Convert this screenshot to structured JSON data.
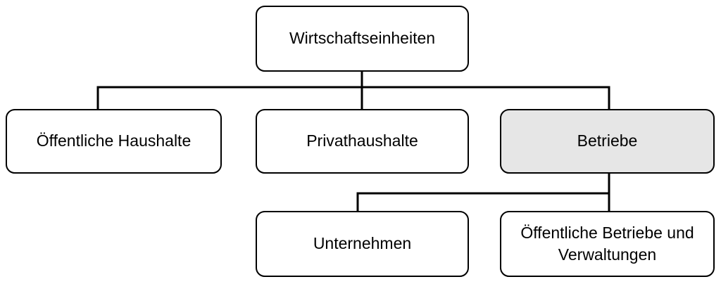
{
  "diagram": {
    "nodes": [
      {
        "id": "wirtschaftseinheiten",
        "label": "Wirtschaftseinheiten",
        "highlighted": false
      },
      {
        "id": "oeffentliche-haushalte",
        "label": "Öffentliche Haushalte",
        "highlighted": false
      },
      {
        "id": "privathaushalte",
        "label": "Privathaushalte",
        "highlighted": false
      },
      {
        "id": "betriebe",
        "label": "Betriebe",
        "highlighted": true
      },
      {
        "id": "unternehmen",
        "label": "Unternehmen",
        "highlighted": false
      },
      {
        "id": "oeffentliche-betriebe-und-verwaltungen",
        "label": "Öffentliche Betriebe und Verwaltungen",
        "highlighted": false
      }
    ],
    "edges": [
      {
        "from": "wirtschaftseinheiten",
        "to": "oeffentliche-haushalte"
      },
      {
        "from": "wirtschaftseinheiten",
        "to": "privathaushalte"
      },
      {
        "from": "wirtschaftseinheiten",
        "to": "betriebe"
      },
      {
        "from": "betriebe",
        "to": "unternehmen"
      },
      {
        "from": "betriebe",
        "to": "oeffentliche-betriebe-und-verwaltungen"
      }
    ],
    "colors": {
      "background": "#ffffff",
      "node_fill": "#ffffff",
      "highlight_fill": "#e6e6e6",
      "border": "#000000",
      "connector": "#000000",
      "text": "#000000"
    }
  }
}
